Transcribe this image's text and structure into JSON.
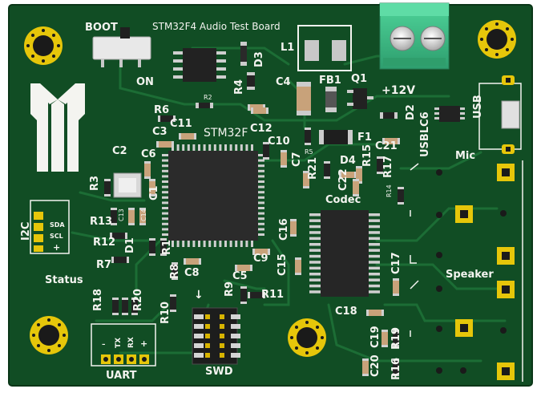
{
  "board": {
    "title": "STM32F4 Audio Test Board",
    "colors": {
      "pcb": "#114d24",
      "pcb_dark": "#0d3f1d",
      "trace": "#1a6b32",
      "gold": "#d8c000",
      "silk": "#f4f4f0",
      "terminal": "#3fbf8a"
    }
  },
  "labels": {
    "boot": "BOOT",
    "on": "ON",
    "mcu": "STM32F",
    "codec": "Codec",
    "usb_esd": "USBLC6",
    "usb": "USB",
    "voltage": "+12V",
    "mic": "Mic",
    "speaker": "Speaker",
    "status": "Status",
    "swd": "SWD",
    "uart": "UART",
    "i2c": "I2C",
    "sda": "SDA",
    "scl": "SCL",
    "plus": "+",
    "minus": "–",
    "tx": "TX",
    "rx": "RX",
    "l1": "L1",
    "fb1": "FB1",
    "q1": "Q1",
    "d1": "D1",
    "d2": "D2",
    "d3": "D3",
    "d4": "D4",
    "f1": "F1",
    "r1": "R1",
    "r2": "R2",
    "r3": "R3",
    "r4": "R4",
    "r5": "R5",
    "r6": "R6",
    "r7": "R7",
    "r8": "R8",
    "r9": "R9",
    "r10": "R10",
    "r11": "R11",
    "r12": "R12",
    "r13": "R13",
    "r14": "R14",
    "r15": "R15",
    "r16": "R16",
    "r17": "R17",
    "r18": "R18",
    "r19": "R19",
    "r20": "R20",
    "r21": "R21",
    "c1": "C1",
    "c2": "C2",
    "c3": "C3",
    "c4": "C4",
    "c5": "C5",
    "c6": "C6",
    "c7": "C7",
    "c8": "C8",
    "c9": "C9",
    "c10": "C10",
    "c11": "C11",
    "c12": "C12",
    "c13": "C13",
    "c14": "C14",
    "c15": "C15",
    "c16": "C16",
    "c17": "C17",
    "c18": "C18",
    "c19": "C19",
    "c20": "C20",
    "c21": "C21",
    "c22": "C22"
  }
}
